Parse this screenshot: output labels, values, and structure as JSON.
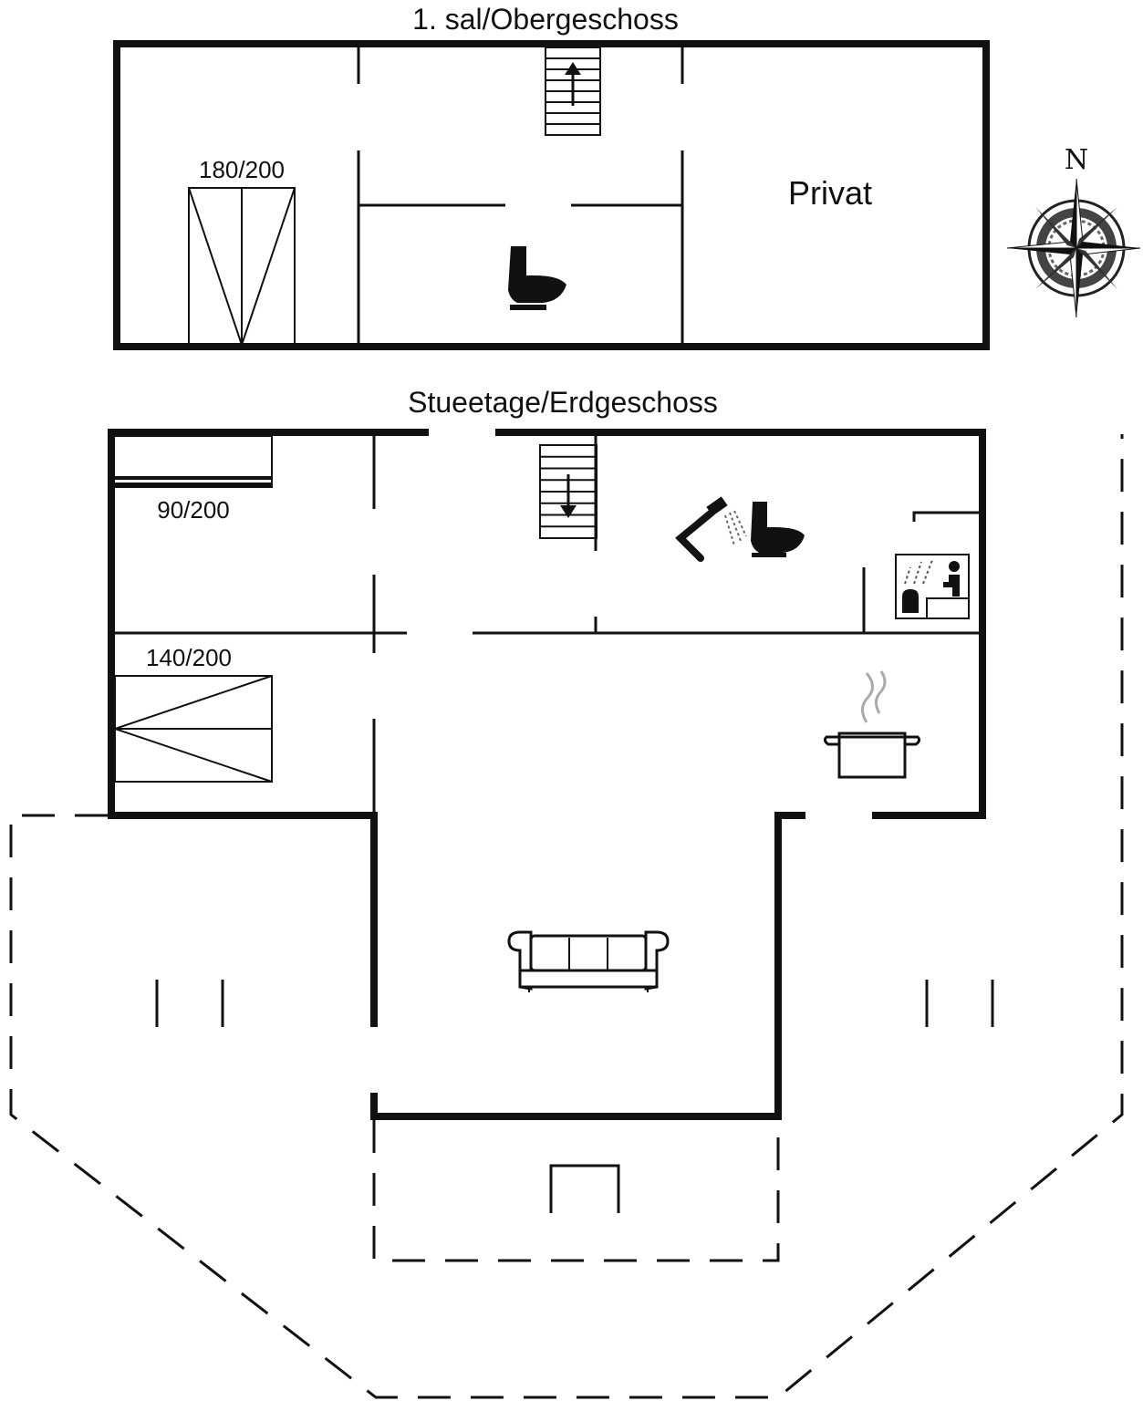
{
  "floors": {
    "upper": {
      "title": "1. sal/Obergeschoss",
      "bed_label": "180/200",
      "room_label": "Privat"
    },
    "ground": {
      "title": "Stueetage/Erdgeschoss",
      "bed_single_label": "90/200",
      "bed_double_label": "140/200"
    }
  },
  "compass": {
    "north_label": "N"
  },
  "icons": {
    "upper": [
      "stairs-up-icon",
      "toilet-icon"
    ],
    "ground": [
      "stairs-down-icon",
      "shower-icon",
      "toilet-icon",
      "sauna-icon",
      "cooking-pot-icon",
      "sofa-icon",
      "fireplace-icon"
    ]
  }
}
